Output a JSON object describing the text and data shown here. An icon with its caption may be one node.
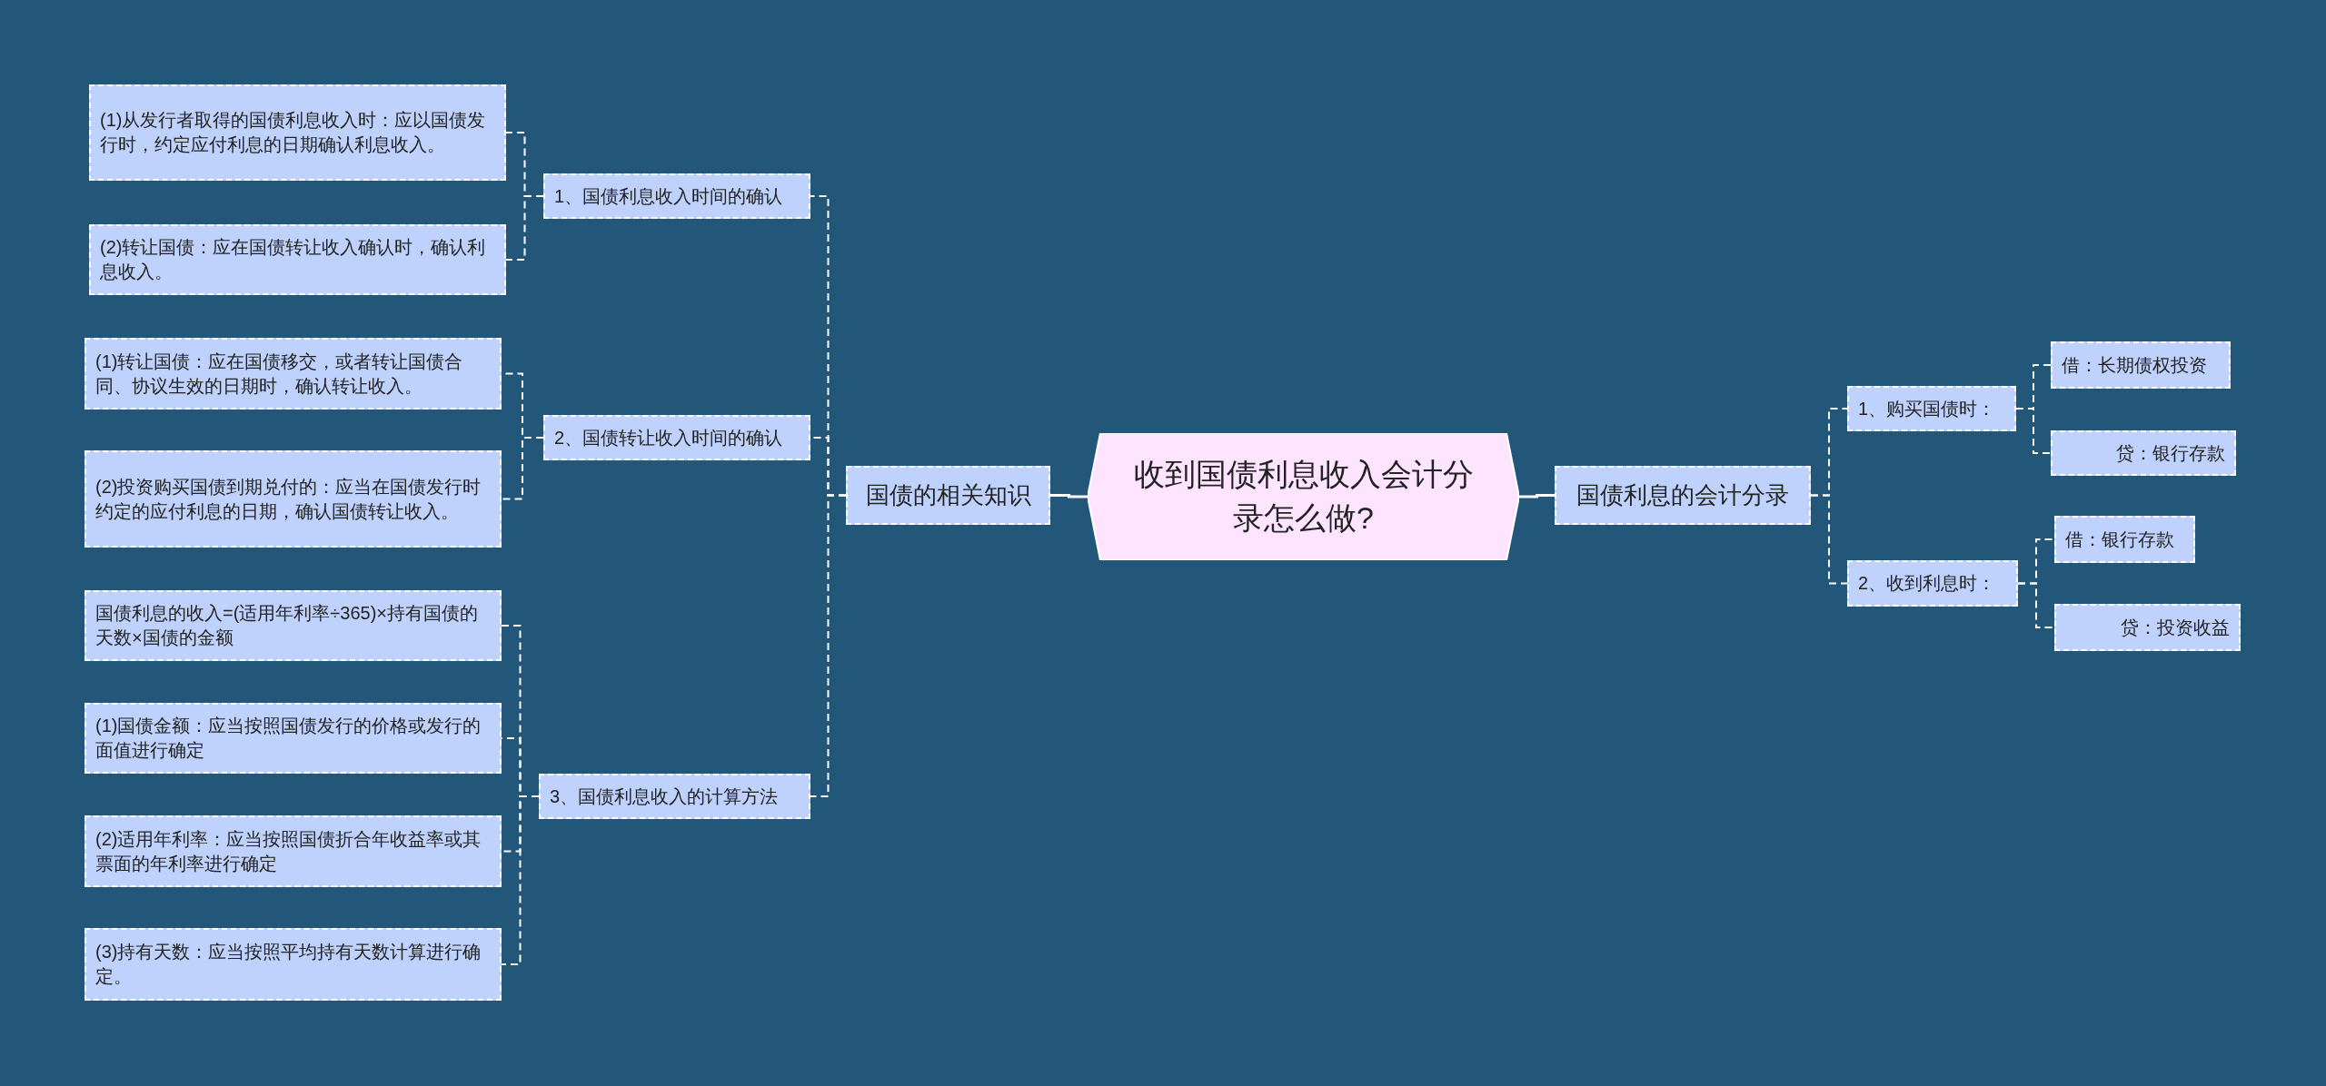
{
  "diagram": {
    "nodes": [
      {
        "text": [
          "收到国债利息收入会计分录怎么做?"
        ]
      },
      {
        "text": [
          "国债的相关知识"
        ]
      },
      {
        "text": [
          "1、国债利息收入时间的确认"
        ]
      },
      {
        "text": [
          "(1)从发行者取得的国债利息收入时：应以国债发行时，约定应付利息的日期确认利息收入。"
        ]
      },
      {
        "text": [
          "(2)转让国债：应在国债转让收入确认时，确认利息收入。"
        ]
      },
      {
        "text": [
          "2、国债转让收入时间的确认"
        ]
      },
      {
        "text": [
          "(1)转让国债：应在国债移交，或者转让国债合同、协议生效的日期时，确认转让收入。"
        ]
      },
      {
        "text": [
          "(2)投资购买国债到期兑付的：应当在国债发行时约定的应付利息的日期，确认国债转让收入。"
        ]
      },
      {
        "text": [
          "3、国债利息收入的计算方法"
        ]
      },
      {
        "text": [
          "国债利息的收入=(适用年利率÷365)×持有国债的天数×国债的金额"
        ]
      },
      {
        "text": [
          "(1)国债金额：应当按照国债发行的价格或发行的面值进行确定"
        ]
      },
      {
        "text": [
          "(2)适用年利率：应当按照国债折合年收益率或其票面的年利率进行确定"
        ]
      },
      {
        "text": [
          "(3)持有天数：应当按照平均持有天数计算进行确定。"
        ]
      },
      {
        "text": [
          "国债利息的会计分录"
        ]
      },
      {
        "text": [
          "1、购买国债时："
        ]
      },
      {
        "text": [
          "借：长期债权投资"
        ]
      },
      {
        "text": [
          "贷：银行存款"
        ]
      },
      {
        "text": [
          "2、收到利息时："
        ]
      },
      {
        "text": [
          "借：银行存款"
        ]
      },
      {
        "text": [
          "贷：投资收益"
        ]
      }
    ],
    "edges": [
      {
        "from": 0,
        "to": 1,
        "arrow": "none"
      },
      {
        "from": 1,
        "to": 2,
        "arrow": "none",
        "style": "dashed"
      },
      {
        "from": 2,
        "to": 3,
        "arrow": "none",
        "style": "dashed"
      },
      {
        "from": 2,
        "to": 4,
        "arrow": "none",
        "style": "dashed"
      },
      {
        "from": 1,
        "to": 5,
        "arrow": "none",
        "style": "dashed"
      },
      {
        "from": 5,
        "to": 6,
        "arrow": "none",
        "style": "dashed"
      },
      {
        "from": 5,
        "to": 7,
        "arrow": "none",
        "style": "dashed"
      },
      {
        "from": 1,
        "to": 8,
        "arrow": "none",
        "style": "dashed"
      },
      {
        "from": 8,
        "to": 9,
        "arrow": "none",
        "style": "dashed"
      },
      {
        "from": 8,
        "to": 10,
        "arrow": "none",
        "style": "dashed"
      },
      {
        "from": 8,
        "to": 11,
        "arrow": "none",
        "style": "dashed"
      },
      {
        "from": 8,
        "to": 12,
        "arrow": "none",
        "style": "dashed"
      },
      {
        "from": 0,
        "to": 13,
        "arrow": "none"
      },
      {
        "from": 13,
        "to": 14,
        "arrow": "none",
        "style": "dashed"
      },
      {
        "from": 14,
        "to": 15,
        "arrow": "none",
        "style": "dashed"
      },
      {
        "from": 14,
        "to": 16,
        "arrow": "none",
        "style": "dashed"
      },
      {
        "from": 13,
        "to": 17,
        "arrow": "none",
        "style": "dashed"
      },
      {
        "from": 17,
        "to": 18,
        "arrow": "none",
        "style": "dashed"
      },
      {
        "from": 17,
        "to": 19,
        "arrow": "none",
        "style": "dashed"
      }
    ]
  }
}
